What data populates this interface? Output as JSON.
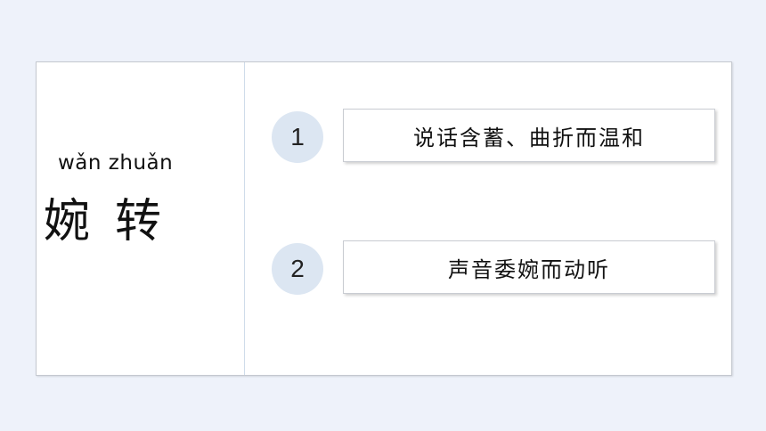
{
  "word": {
    "pinyin": "wǎn zhuǎn",
    "hanzi": "婉转"
  },
  "meanings": [
    {
      "number": "1",
      "text": "说话含蓄、曲折而温和"
    },
    {
      "number": "2",
      "text": "声音委婉而动听"
    }
  ],
  "colors": {
    "background": "#eef2fa",
    "number_circle": "#dce6f2",
    "divider": "#cfdcea"
  }
}
